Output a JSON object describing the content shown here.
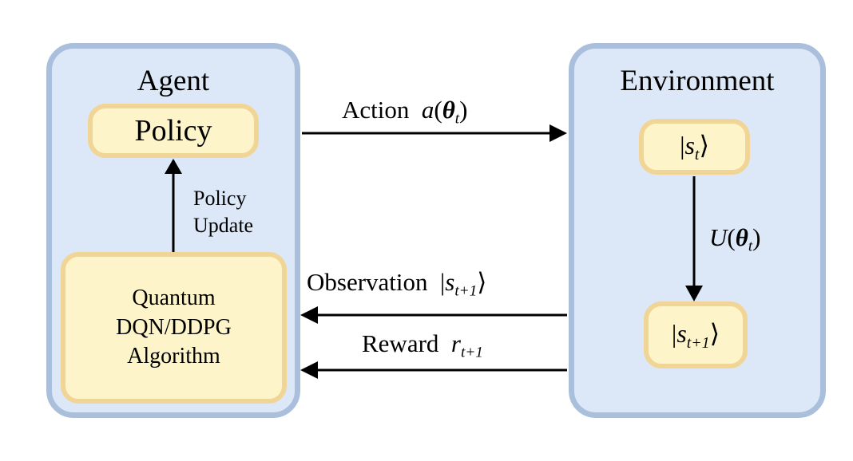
{
  "agent": {
    "title": "Agent",
    "policy": "Policy",
    "algorithm_lines": [
      "Quantum",
      "DQN/DDPG",
      "Algorithm"
    ],
    "policy_update_lines": [
      "Policy",
      "Update"
    ]
  },
  "environment": {
    "title": "Environment",
    "state": "|s_t⟩",
    "next_state": "|s_{t+1}⟩",
    "transition": "U(θ_t)"
  },
  "edges": {
    "action": {
      "label": "Action",
      "math": "a(θ_t)"
    },
    "observation": {
      "label": "Observation",
      "math": "|s_{t+1}⟩"
    },
    "reward": {
      "label": "Reward",
      "math": "r_{t+1}"
    }
  },
  "colors": {
    "panel_fill": "#dce8f7",
    "panel_border": "#a9bfdc",
    "node_fill": "#fdf5c9",
    "node_border": "#f1d596",
    "arrow": "#000000"
  }
}
